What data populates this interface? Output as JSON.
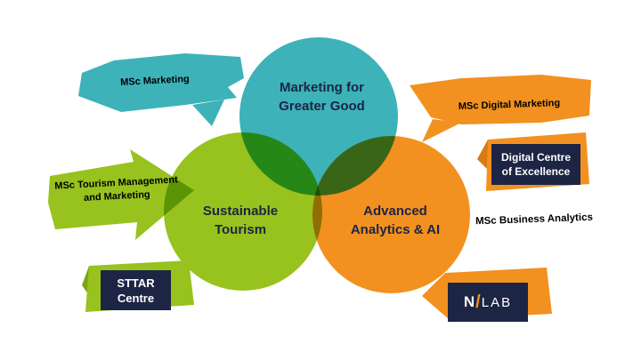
{
  "colors": {
    "teal": "#3db2b9",
    "green": "#98c21d",
    "green_dark": "#7da414",
    "orange": "#f2911f",
    "orange_dark": "#d57b10",
    "navy": "#1d2544"
  },
  "circles": {
    "marketing": {
      "line1": "Marketing for",
      "line2": "Greater Good"
    },
    "tourism": {
      "line1": "Sustainable",
      "line2": "Tourism"
    },
    "analytics": {
      "line1": "Advanced",
      "line2": "Analytics & AI"
    }
  },
  "callouts": {
    "marketing": {
      "text": "MSc Marketing"
    },
    "digital_marketing": {
      "text": "MSc Digital Marketing"
    },
    "tourism": {
      "line1": "MSc Tourism Management",
      "line2": "and Marketing"
    },
    "business_analytics": {
      "text": "MSc Business Analytics"
    }
  },
  "badges": {
    "digital_centre": {
      "line1": "Digital Centre",
      "line2": "of Excellence"
    },
    "sttar": {
      "line1": "STTAR",
      "line2": "Centre"
    },
    "nlab": {
      "n": "N",
      "slash": "/",
      "lab": "LAB"
    }
  }
}
